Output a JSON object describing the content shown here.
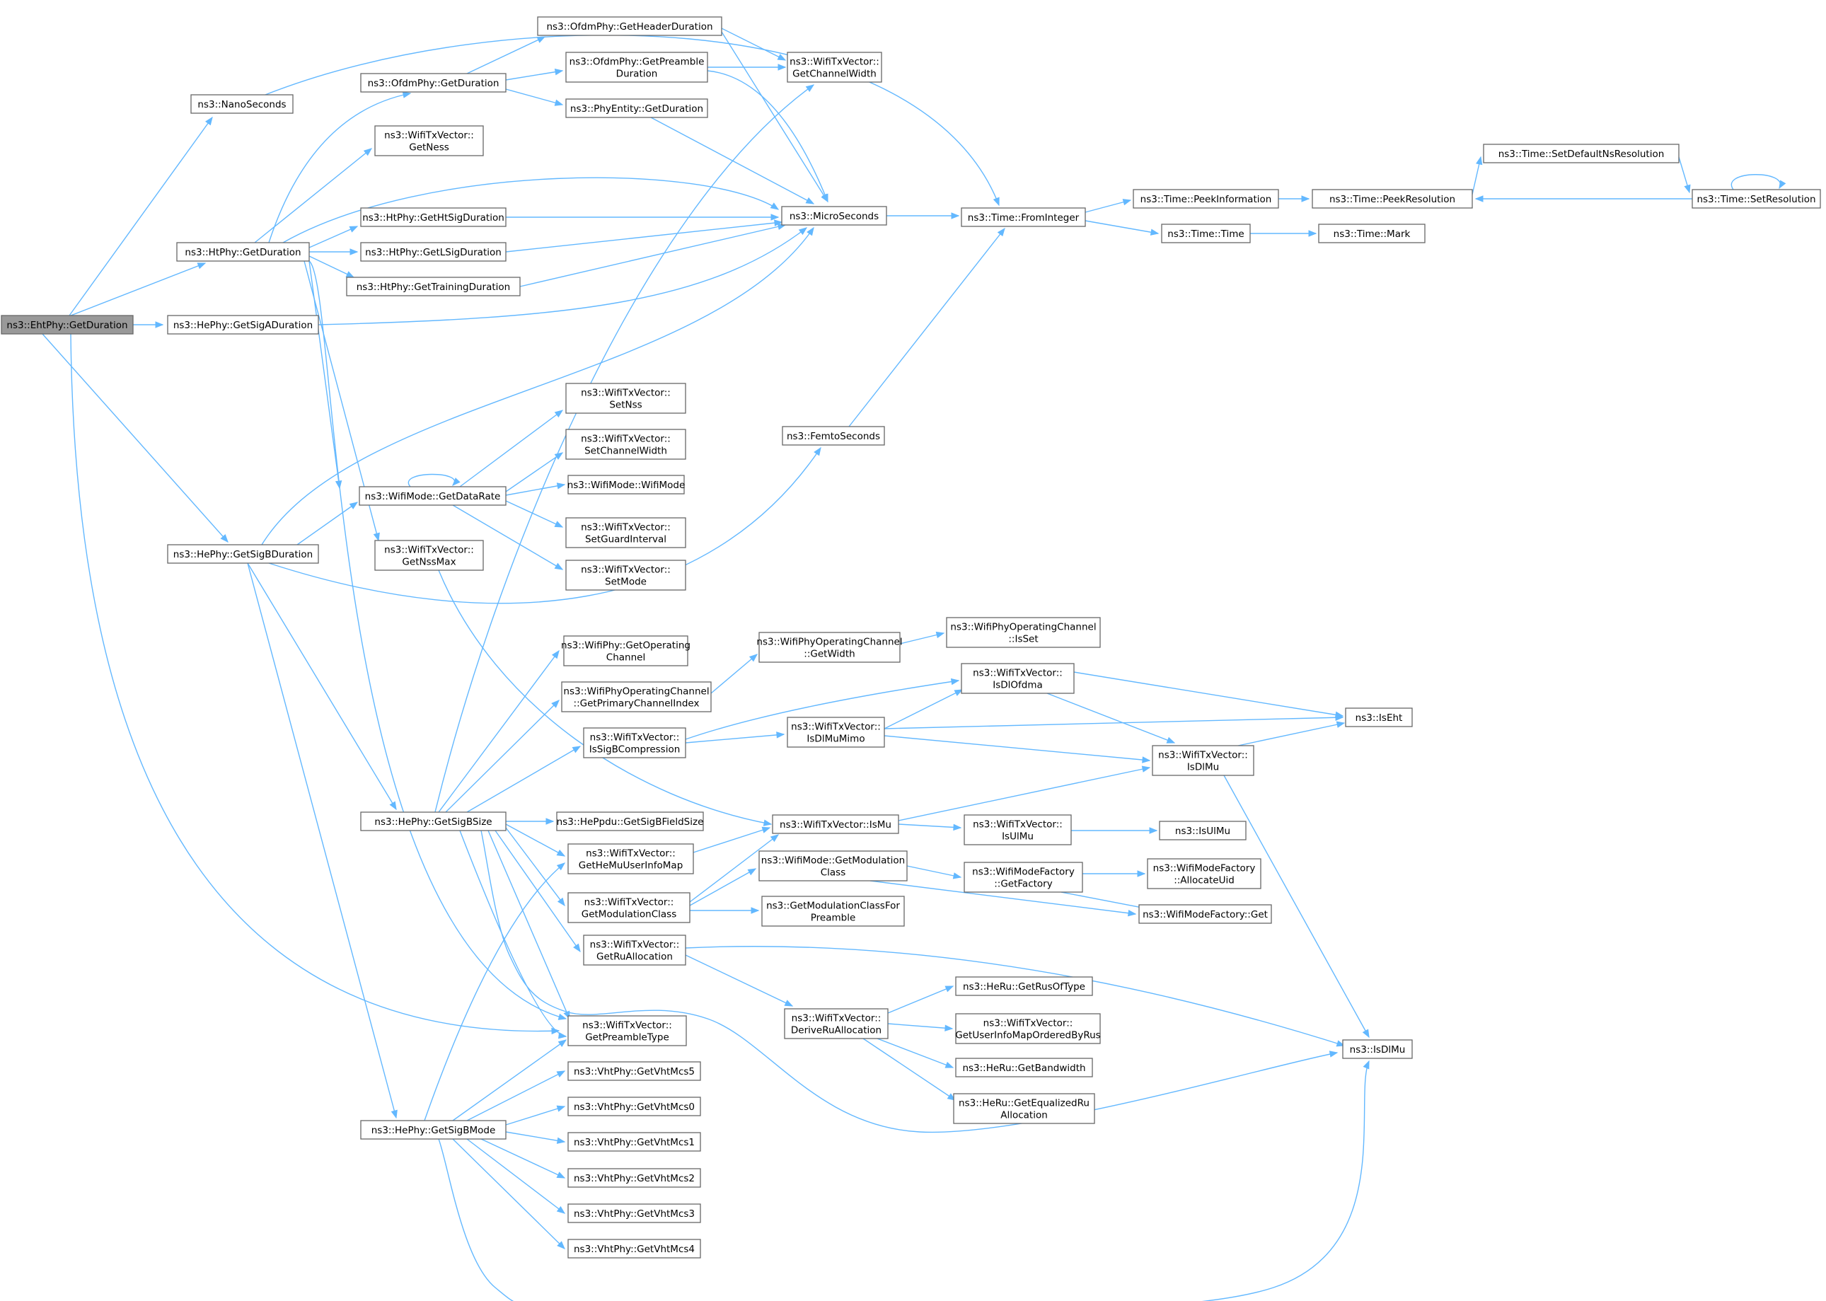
{
  "nodes": [
    {
      "id": "n0",
      "lines": [
        "ns3::EhtPhy::GetDuration"
      ],
      "root": true
    },
    {
      "id": "n1",
      "lines": [
        "ns3::NanoSeconds"
      ]
    },
    {
      "id": "n2",
      "lines": [
        "ns3::HtPhy::GetDuration"
      ]
    },
    {
      "id": "n3",
      "lines": [
        "ns3::HePhy::GetSigADuration"
      ]
    },
    {
      "id": "n4",
      "lines": [
        "ns3::HePhy::GetSigBDuration"
      ]
    },
    {
      "id": "n5",
      "lines": [
        "ns3::WifiTxVector::",
        "GetPreambleType"
      ]
    },
    {
      "id": "n6",
      "lines": [
        "ns3::Time::FromInteger"
      ]
    },
    {
      "id": "n7",
      "lines": [
        "ns3::OfdmPhy::GetDuration"
      ]
    },
    {
      "id": "n8",
      "lines": [
        "ns3::WifiTxVector::",
        "GetNess"
      ]
    },
    {
      "id": "n9",
      "lines": [
        "ns3::MicroSeconds"
      ]
    },
    {
      "id": "n10",
      "lines": [
        "ns3::HtPhy::GetHtSigDuration"
      ]
    },
    {
      "id": "n11",
      "lines": [
        "ns3::HtPhy::GetLSigDuration"
      ]
    },
    {
      "id": "n12",
      "lines": [
        "ns3::HtPhy::GetTrainingDuration"
      ]
    },
    {
      "id": "n13",
      "lines": [
        "ns3::WifiMode::GetDataRate"
      ]
    },
    {
      "id": "n14",
      "lines": [
        "ns3::WifiTxVector::",
        "GetNssMax"
      ]
    },
    {
      "id": "n15",
      "lines": [
        "ns3::OfdmPhy::GetHeaderDuration"
      ]
    },
    {
      "id": "n16",
      "lines": [
        "ns3::OfdmPhy::GetPreamble",
        "Duration"
      ]
    },
    {
      "id": "n17",
      "lines": [
        "ns3::PhyEntity::GetDuration"
      ]
    },
    {
      "id": "n18",
      "lines": [
        "ns3::WifiTxVector::",
        "GetChannelWidth"
      ]
    },
    {
      "id": "n19",
      "lines": [
        "ns3::Time::PeekInformation"
      ]
    },
    {
      "id": "n20",
      "lines": [
        "ns3::Time::Time"
      ]
    },
    {
      "id": "n21",
      "lines": [
        "ns3::Time::PeekResolution"
      ]
    },
    {
      "id": "n22",
      "lines": [
        "ns3::Time::SetDefaultNsResolution"
      ]
    },
    {
      "id": "n23",
      "lines": [
        "ns3::Time::SetResolution"
      ]
    },
    {
      "id": "n24",
      "lines": [
        "ns3::Time::Mark"
      ]
    },
    {
      "id": "n25",
      "lines": [
        "ns3::WifiTxVector::",
        "SetNss"
      ]
    },
    {
      "id": "n26",
      "lines": [
        "ns3::WifiTxVector::",
        "SetChannelWidth"
      ]
    },
    {
      "id": "n27",
      "lines": [
        "ns3::WifiMode::WifiMode"
      ]
    },
    {
      "id": "n28",
      "lines": [
        "ns3::WifiTxVector::",
        "SetGuardInterval"
      ]
    },
    {
      "id": "n29",
      "lines": [
        "ns3::WifiTxVector::",
        "SetMode"
      ]
    },
    {
      "id": "n30",
      "lines": [
        "ns3::FemtoSeconds"
      ]
    },
    {
      "id": "n31",
      "lines": [
        "ns3::HePhy::GetSigBSize"
      ]
    },
    {
      "id": "n32",
      "lines": [
        "ns3::HePhy::GetSigBMode"
      ]
    },
    {
      "id": "n33",
      "lines": [
        "ns3::WifiPhy::GetOperating",
        "Channel"
      ]
    },
    {
      "id": "n34",
      "lines": [
        "ns3::WifiPhyOperatingChannel",
        "::GetPrimaryChannelIndex"
      ]
    },
    {
      "id": "n35",
      "lines": [
        "ns3::WifiTxVector::",
        "IsSigBCompression"
      ]
    },
    {
      "id": "n36",
      "lines": [
        "ns3::HePpdu::GetSigBFieldSize"
      ]
    },
    {
      "id": "n37",
      "lines": [
        "ns3::WifiTxVector::",
        "GetHeMuUserInfoMap"
      ]
    },
    {
      "id": "n38",
      "lines": [
        "ns3::WifiTxVector::",
        "GetModulationClass"
      ]
    },
    {
      "id": "n39",
      "lines": [
        "ns3::WifiTxVector::",
        "GetRuAllocation"
      ]
    },
    {
      "id": "n40",
      "lines": [
        "ns3::WifiPhyOperatingChannel",
        "::GetWidth"
      ]
    },
    {
      "id": "n41",
      "lines": [
        "ns3::WifiPhyOperatingChannel",
        "::IsSet"
      ]
    },
    {
      "id": "n42",
      "lines": [
        "ns3::WifiTxVector::",
        "IsDlOfdma"
      ]
    },
    {
      "id": "n43",
      "lines": [
        "ns3::WifiTxVector::",
        "IsDlMuMimo"
      ]
    },
    {
      "id": "n44",
      "lines": [
        "ns3::IsEht"
      ]
    },
    {
      "id": "n45",
      "lines": [
        "ns3::WifiTxVector::",
        "IsDlMu"
      ]
    },
    {
      "id": "n46",
      "lines": [
        "ns3::WifiTxVector::IsMu"
      ]
    },
    {
      "id": "n47",
      "lines": [
        "ns3::WifiTxVector::",
        "IsUlMu"
      ]
    },
    {
      "id": "n48",
      "lines": [
        "ns3::IsUlMu"
      ]
    },
    {
      "id": "n49",
      "lines": [
        "ns3::WifiMode::GetModulation",
        "Class"
      ]
    },
    {
      "id": "n50",
      "lines": [
        "ns3::GetModulationClassFor",
        "Preamble"
      ]
    },
    {
      "id": "n51",
      "lines": [
        "ns3::WifiModeFactory",
        "::GetFactory"
      ]
    },
    {
      "id": "n52",
      "lines": [
        "ns3::WifiModeFactory",
        "::AllocateUid"
      ]
    },
    {
      "id": "n53",
      "lines": [
        "ns3::WifiModeFactory::Get"
      ]
    },
    {
      "id": "n54",
      "lines": [
        "ns3::WifiTxVector::",
        "DeriveRuAllocation"
      ]
    },
    {
      "id": "n55",
      "lines": [
        "ns3::HeRu::GetRusOfType"
      ]
    },
    {
      "id": "n56",
      "lines": [
        "ns3::WifiTxVector::",
        "GetUserInfoMapOrderedByRus"
      ]
    },
    {
      "id": "n57",
      "lines": [
        "ns3::HeRu::GetBandwidth"
      ]
    },
    {
      "id": "n58",
      "lines": [
        "ns3::HeRu::GetEqualizedRu",
        "Allocation"
      ]
    },
    {
      "id": "n59",
      "lines": [
        "ns3::IsDlMu"
      ]
    },
    {
      "id": "n60",
      "lines": [
        "ns3::VhtPhy::GetVhtMcs5"
      ]
    },
    {
      "id": "n61",
      "lines": [
        "ns3::VhtPhy::GetVhtMcs0"
      ]
    },
    {
      "id": "n62",
      "lines": [
        "ns3::VhtPhy::GetVhtMcs1"
      ]
    },
    {
      "id": "n63",
      "lines": [
        "ns3::VhtPhy::GetVhtMcs2"
      ]
    },
    {
      "id": "n64",
      "lines": [
        "ns3::VhtPhy::GetVhtMcs3"
      ]
    },
    {
      "id": "n65",
      "lines": [
        "ns3::VhtPhy::GetVhtMcs4"
      ]
    }
  ]
}
